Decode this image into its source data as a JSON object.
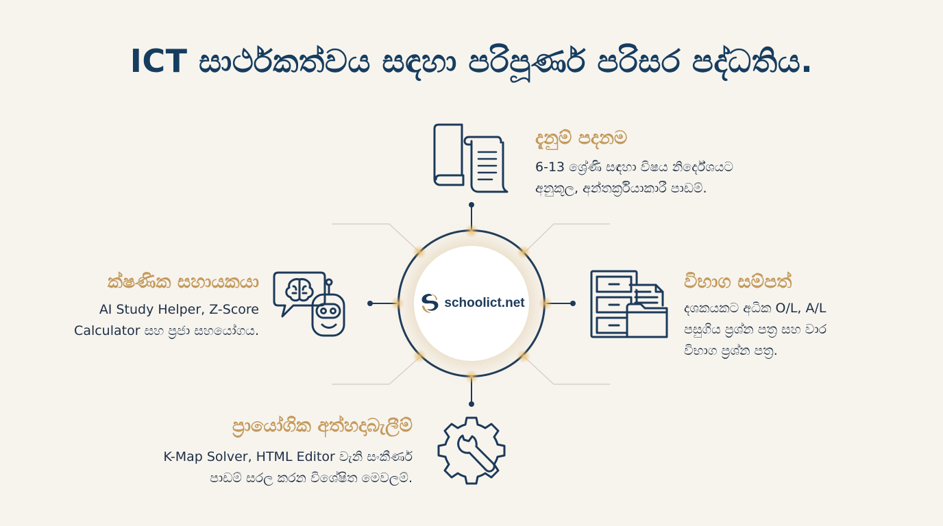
{
  "title": "ICT සාර්ථකත්වය සඳහා පරිපූර්ණ පරිසර පද්ධතිය.",
  "hub": {
    "logo_text": "schoolict.net"
  },
  "nodes": {
    "top": {
      "title": "දැනුම් පදනම",
      "lines": [
        "6-13 ශ්‍රේණි සඳහා විෂය නිර්දේශයට",
        "අනුකූල, අන්තර්ක්‍රියාකාරී පාඩම්."
      ],
      "icon": "documents-icon"
    },
    "left": {
      "title": "ක්ෂණික සහායකයා",
      "lines": [
        "AI Study Helper, Z-Score",
        "Calculator සහ ප්‍රජා සහයෝගය."
      ],
      "icon": "ai-robot-icon"
    },
    "right": {
      "title": "විභාග සම්පත්",
      "lines": [
        "දශකයකට අධික O/L, A/L",
        "පසුගිය ප්‍රශ්න පත්‍ර සහ වාර",
        "විභාග ප්‍රශ්න පත්‍ර."
      ],
      "icon": "filing-cabinet-icon"
    },
    "bottom": {
      "title": "ප්‍රායෝගික අත්හදාබැලීම්",
      "lines": [
        "K-Map Solver, HTML Editor වැනි සංකීර්ණ",
        "පාඩම් සරල කරන විශේෂිත මෙවලම්."
      ],
      "icon": "gear-wrench-icon"
    }
  },
  "colors": {
    "navy": "#1c3a5a",
    "gold": "#c49a5c",
    "background": "#f7f4ee"
  }
}
